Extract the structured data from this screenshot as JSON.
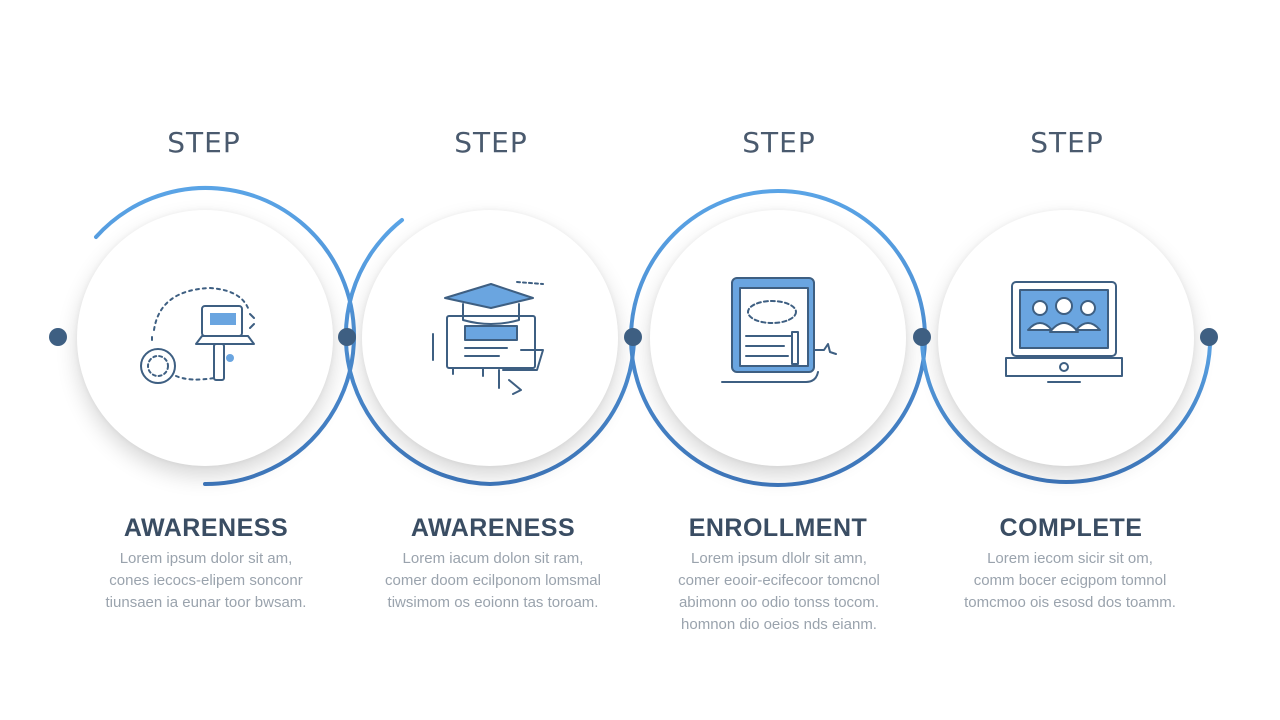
{
  "steps": [
    {
      "label": "STEP",
      "icon": "megaphone-icon",
      "title": "AWARENESS",
      "desc": [
        "Lorem ipsum dolor sit am,",
        "cones iecocs-elipem sonconr",
        "tiunsaen ia eunar toor bwsam."
      ]
    },
    {
      "label": "STEP",
      "icon": "graduation-cap-icon",
      "title": "AWARENESS",
      "desc": [
        "Lorem iacum dolon sit ram,",
        "comer doom ecilponom lomsmal",
        "tiwsimom os eoionn tas toroam."
      ]
    },
    {
      "label": "STEP",
      "icon": "tablet-document-icon",
      "title": "ENROLLMENT",
      "desc": [
        "Lorem ipsum dlolr sit amn,",
        "comer eooir-ecifecoor tomcnol",
        "abimonn oo odio tonss tocom.",
        "homnon dio oeios nds eianm."
      ]
    },
    {
      "label": "STEP",
      "icon": "video-conference-icon",
      "title": "COMPLETE",
      "desc": [
        "Lorem iecom sicir sit om,",
        "comm bocer ecigpom tomnol",
        "tomcmoo ois esosd dos toamm."
      ]
    }
  ],
  "colors": {
    "accent": "#4a90d9",
    "dot": "#3e5f82",
    "title": "#3a4d63",
    "label": "#4a5a6e",
    "text": "#9aa3ad"
  }
}
